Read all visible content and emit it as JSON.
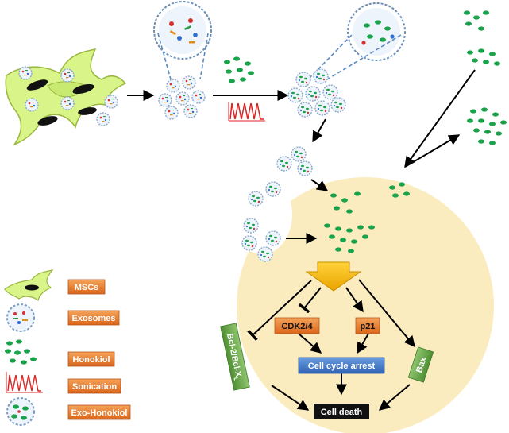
{
  "legend": [
    {
      "key": "mscs",
      "label": "MSCs"
    },
    {
      "key": "exosomes",
      "label": "Exosomes"
    },
    {
      "key": "honokiol",
      "label": "Honokiol"
    },
    {
      "key": "sonication",
      "label": "Sonication"
    },
    {
      "key": "exo_honokiol",
      "label": "Exo-Honokiol"
    }
  ],
  "pathway": {
    "cdk": "CDK2/4",
    "p21": "p21",
    "bcl": "Bcl-2/Bcl-X",
    "bcl_sub": "L",
    "bax": "Bax",
    "arrest": "Cell cycle arrest",
    "death": "Cell death"
  },
  "colors": {
    "cell_fill": "#d9f58a",
    "cell_stroke": "#9ab840",
    "tumor_cell": "#fbecc0",
    "honokiol": "#1aa34a",
    "label_orange": "#e87a2c",
    "label_green": "#6aa84f",
    "label_blue": "#3d75c8",
    "label_black": "#111111",
    "arrow_big": "#f6b80e",
    "sonication": "#e02020"
  },
  "icons": [
    "msc-cell-icon",
    "exosome-icon",
    "honokiol-dots-icon",
    "sonication-wave-icon",
    "exo-honokiol-icon"
  ]
}
